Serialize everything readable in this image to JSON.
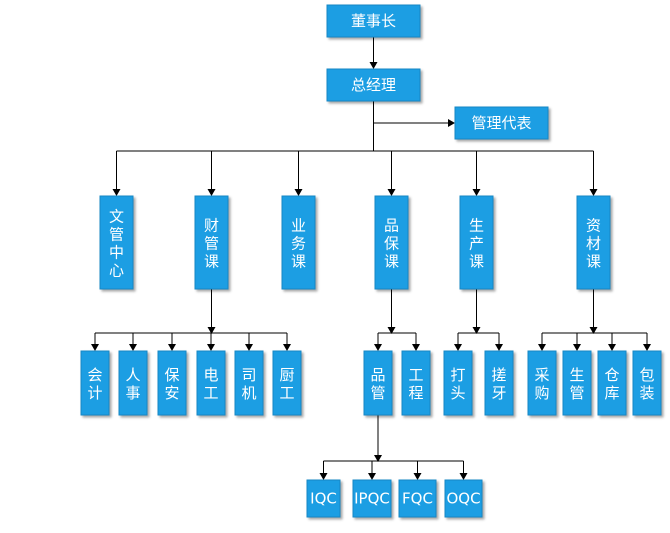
{
  "chart_data": {
    "type": "org-chart",
    "nodes": [
      {
        "id": "chairman",
        "label": "董事长",
        "parent": null
      },
      {
        "id": "gm",
        "label": "总经理",
        "parent": "chairman"
      },
      {
        "id": "rep",
        "label": "管理代表",
        "parent": "gm"
      },
      {
        "id": "doc",
        "label": "文管中心",
        "parent": "gm"
      },
      {
        "id": "fin",
        "label": "财管课",
        "parent": "gm"
      },
      {
        "id": "biz",
        "label": "业务课",
        "parent": "gm"
      },
      {
        "id": "qa",
        "label": "品保课",
        "parent": "gm"
      },
      {
        "id": "prod",
        "label": "生产课",
        "parent": "gm"
      },
      {
        "id": "mat",
        "label": "资材课",
        "parent": "gm"
      },
      {
        "id": "acct",
        "label": "会计",
        "parent": "fin"
      },
      {
        "id": "hr",
        "label": "人事",
        "parent": "fin"
      },
      {
        "id": "sec",
        "label": "保安",
        "parent": "fin"
      },
      {
        "id": "elec",
        "label": "电工",
        "parent": "fin"
      },
      {
        "id": "drv",
        "label": "司机",
        "parent": "fin"
      },
      {
        "id": "cook",
        "label": "厨工",
        "parent": "fin"
      },
      {
        "id": "qc",
        "label": "品管",
        "parent": "qa"
      },
      {
        "id": "eng",
        "label": "工程",
        "parent": "qa"
      },
      {
        "id": "punch",
        "label": "打头",
        "parent": "prod"
      },
      {
        "id": "thread",
        "label": "搓牙",
        "parent": "prod"
      },
      {
        "id": "buy",
        "label": "采购",
        "parent": "mat"
      },
      {
        "id": "pc",
        "label": "生管",
        "parent": "mat"
      },
      {
        "id": "wh",
        "label": "仓库",
        "parent": "mat"
      },
      {
        "id": "pack",
        "label": "包装",
        "parent": "mat"
      },
      {
        "id": "iqc",
        "label": "IQC",
        "parent": "qc"
      },
      {
        "id": "ipqc",
        "label": "IPQC",
        "parent": "qc"
      },
      {
        "id": "fqc",
        "label": "FQC",
        "parent": "qc"
      },
      {
        "id": "oqc",
        "label": "OQC",
        "parent": "qc"
      }
    ]
  },
  "colors": {
    "box_fill": "#1c9ee3",
    "box_border": "#1787c4",
    "text": "#ffffff",
    "connector": "#000000"
  }
}
